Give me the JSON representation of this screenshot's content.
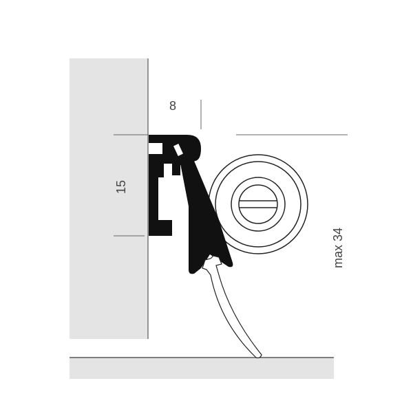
{
  "dimensions": {
    "width_label": "8",
    "height_label": "15",
    "max_label": "max 34"
  },
  "colors": {
    "panel": "#e4e4e4",
    "profile": "#111111",
    "line": "#555555"
  }
}
